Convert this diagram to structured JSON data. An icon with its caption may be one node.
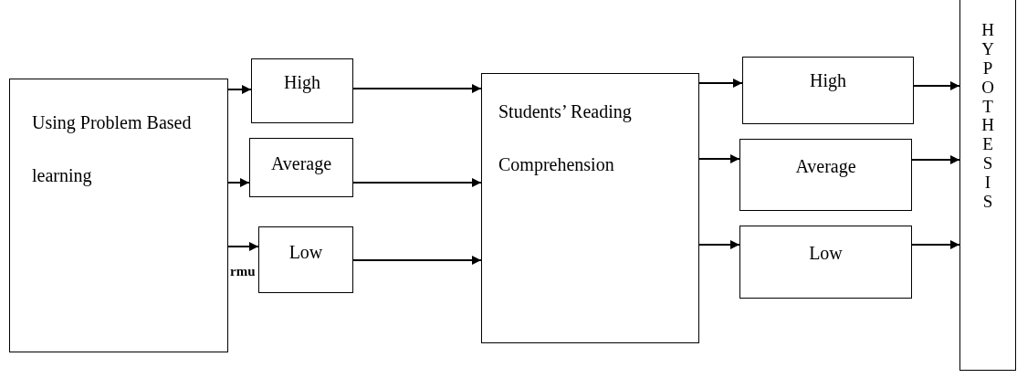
{
  "diagram": {
    "nodes": [
      {
        "text": [
          "Using Problem Based learning"
        ]
      },
      {
        "text": [
          "High"
        ]
      },
      {
        "text": [
          "Average"
        ]
      },
      {
        "text": [
          "Low"
        ]
      },
      {
        "text": [
          "Students’ Reading Comprehension"
        ]
      },
      {
        "text": [
          "High"
        ]
      },
      {
        "text": [
          "Average"
        ]
      },
      {
        "text": [
          "Low"
        ]
      },
      {
        "text": [
          "HYPOTHESIS"
        ]
      }
    ],
    "edges": [
      {
        "from": 0,
        "to": 1,
        "arrow": "to"
      },
      {
        "from": 0,
        "to": 2,
        "arrow": "to"
      },
      {
        "from": 0,
        "to": 3,
        "arrow": "to"
      },
      {
        "from": 1,
        "to": 4,
        "arrow": "to"
      },
      {
        "from": 2,
        "to": 4,
        "arrow": "to"
      },
      {
        "from": 3,
        "to": 4,
        "arrow": "to"
      },
      {
        "from": 4,
        "to": 5,
        "arrow": "to"
      },
      {
        "from": 4,
        "to": 6,
        "arrow": "to"
      },
      {
        "from": 4,
        "to": 7,
        "arrow": "to"
      },
      {
        "from": 5,
        "to": 8,
        "arrow": "to"
      },
      {
        "from": 6,
        "to": 8,
        "arrow": "to"
      },
      {
        "from": 7,
        "to": 8,
        "arrow": "to"
      }
    ],
    "labels": [
      "rmu"
    ]
  }
}
